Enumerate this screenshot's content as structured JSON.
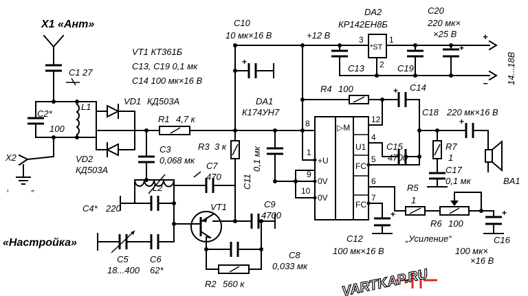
{
  "antenna": {
    "name": "X1",
    "label": "«Ант»"
  },
  "ground_in": {
    "name": "X2",
    "quote_open": ",",
    "quote_close": "„"
  },
  "tuning": {
    "label": "«Настройка»"
  },
  "notes": [
    "VT1 КТ361Б",
    "C13, C19 0,1 мк",
    "C14 100 мк×16 В"
  ],
  "supply_label": "+12 В",
  "components": {
    "C1": {
      "name": "C1",
      "value": "27"
    },
    "C2": {
      "name": "C2*",
      "value": "100"
    },
    "L1": {
      "name": "L1"
    },
    "VD1": {
      "name": "VD1",
      "value": "КД503А"
    },
    "VD2": {
      "name": "VD2",
      "value": "КД503А"
    },
    "R1": {
      "name": "R1",
      "value": "4,7 к"
    },
    "C3": {
      "name": "C3",
      "value": "0,068 мк"
    },
    "L2": {
      "name": "L2"
    },
    "C7": {
      "name": "C7",
      "value": "470"
    },
    "C4": {
      "name": "C4*",
      "value": "220"
    },
    "VT1": {
      "name": "VT1"
    },
    "R3": {
      "name": "R3",
      "value": "3 к"
    },
    "C5": {
      "name": "C5",
      "value": "18...400"
    },
    "C6": {
      "name": "C6",
      "value": "62*"
    },
    "R2": {
      "name": "R2",
      "value": "560 к"
    },
    "C8": {
      "name": "C8",
      "value": "0,033 мк"
    },
    "C9": {
      "name": "C9",
      "value": "4700"
    },
    "C10": {
      "name": "C10",
      "value": "10 мк×16 В"
    },
    "C11": {
      "name": "C11",
      "value": "0,1 мк"
    },
    "DA1": {
      "name": "DA1",
      "value": "К174УН7"
    },
    "R4": {
      "name": "R4",
      "value": "100"
    },
    "C14": {
      "name": "C14"
    },
    "DA2": {
      "name": "DA2",
      "value": "КР142ЕН8Б",
      "chip": "*ST"
    },
    "C13": {
      "name": "C13"
    },
    "C19": {
      "name": "C19"
    },
    "C20": {
      "name": "C20",
      "value": "220 мк×",
      "value2": "×25 В"
    },
    "C15": {
      "name": "C15",
      "value": "4700"
    },
    "R7": {
      "name": "R7",
      "value": "1"
    },
    "C17": {
      "name": "C17",
      "value": "0,1 мк"
    },
    "C18": {
      "name": "C18",
      "value": "220 мк×16 В"
    },
    "BA1": {
      "name": "BA1"
    },
    "R5": {
      "name": "R5",
      "value": "1"
    },
    "R6": {
      "name": "R6",
      "value": "100",
      "label": "„Усиление“"
    },
    "C12": {
      "name": "C12",
      "value": "100 мк×16 В"
    },
    "C16": {
      "name": "C16",
      "value": "100 мк×",
      "value2": "×16 В"
    }
  },
  "ic_pins": {
    "p8": "8",
    "p1": "1",
    "p9": "9",
    "p10": "10",
    "plusU": "+U",
    "ov1": "0V",
    "ov2": "0V",
    "dm": "▷M",
    "p12": "12",
    "p4": "4",
    "p5": "5",
    "p6": "6",
    "p7": "7",
    "u1": "U1",
    "fc1": "FC",
    "fc2": "FC"
  },
  "regulator_pins": {
    "p1": "1",
    "p2": "2",
    "p3": "3"
  },
  "output": {
    "range": "14...18В",
    "plus": "+",
    "minus": "−"
  },
  "watermark": {
    "text": "VARTKAP.RU"
  }
}
